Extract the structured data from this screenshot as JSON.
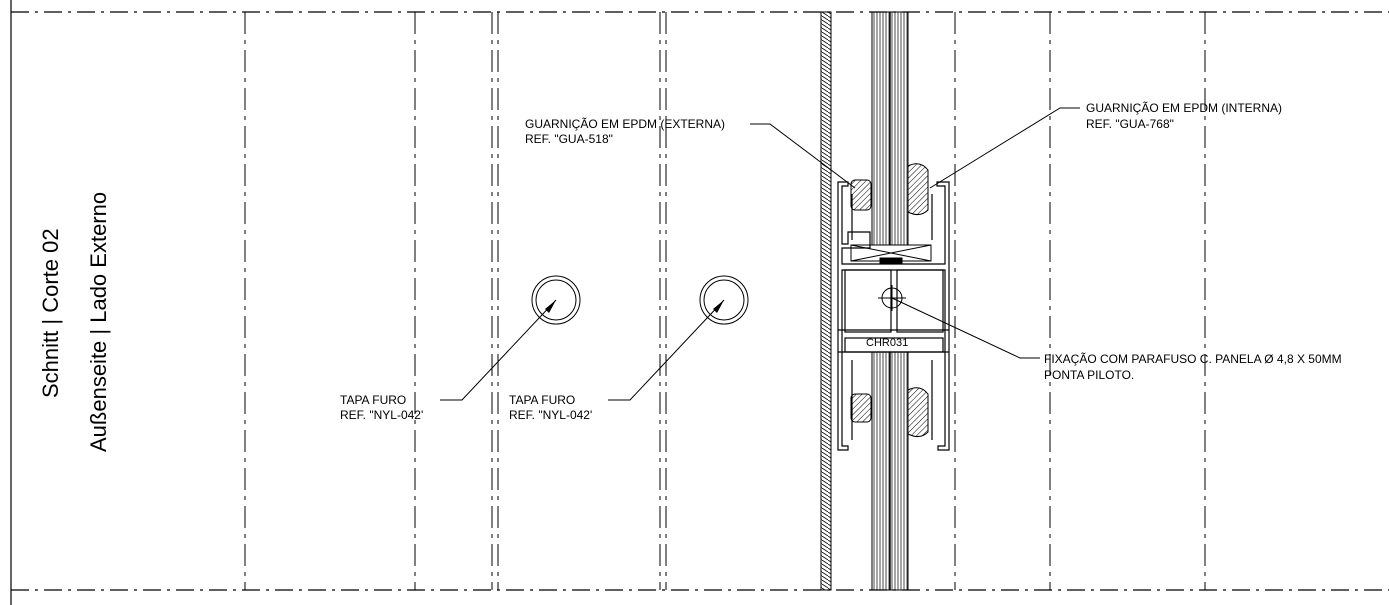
{
  "title": {
    "line1": "Schnitt | Corte 02",
    "line2": "Außenseite | Lado Externo"
  },
  "annotations": {
    "gasket_external": {
      "name": "GUARNIÇÃO EM EPDM (EXTERNA)",
      "ref": "REF. \"GUA-518\""
    },
    "gasket_internal": {
      "name": "GUARNIÇÃO EM EPDM (INTERNA)",
      "ref": "REF. \"GUA-768\""
    },
    "hole_cap_1": {
      "name": "TAPA FURO",
      "ref": "REF. \"NYL-042'"
    },
    "hole_cap_2": {
      "name": "TAPA FURO",
      "ref": "REF. \"NYL-042'"
    },
    "fixing": {
      "line1": "FIXAÇÃO COM PARAFUSO C. PANELA Ø 4,8 X 50MM",
      "line2": "PONTA PILOTO."
    },
    "profile_code": "CHR031"
  },
  "colors": {
    "line": "#000000",
    "background": "#ffffff"
  }
}
